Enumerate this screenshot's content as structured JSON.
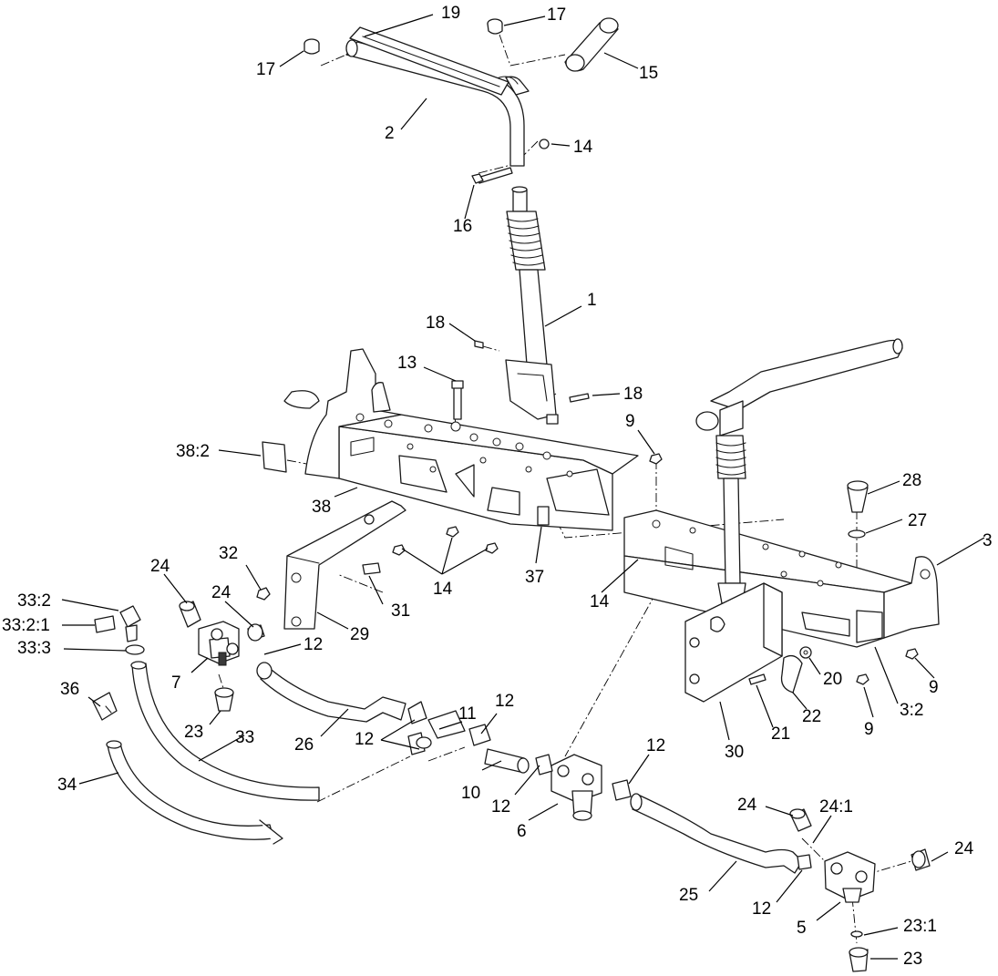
{
  "callouts": [
    "19",
    "17",
    "17",
    "15",
    "2",
    "14",
    "16",
    "1",
    "18",
    "13",
    "18",
    "9",
    "38:2",
    "38",
    "32",
    "31",
    "14",
    "37",
    "14",
    "3",
    "28",
    "27",
    "29",
    "24",
    "24",
    "33:2",
    "33:2:1",
    "33:3",
    "7",
    "12",
    "23",
    "36",
    "26",
    "33",
    "34",
    "12",
    "11",
    "12",
    "10",
    "12",
    "6",
    "12",
    "30",
    "21",
    "22",
    "20",
    "9",
    "9",
    "3:2",
    "24",
    "24:1",
    "24",
    "25",
    "12",
    "5",
    "23:1",
    "23"
  ]
}
